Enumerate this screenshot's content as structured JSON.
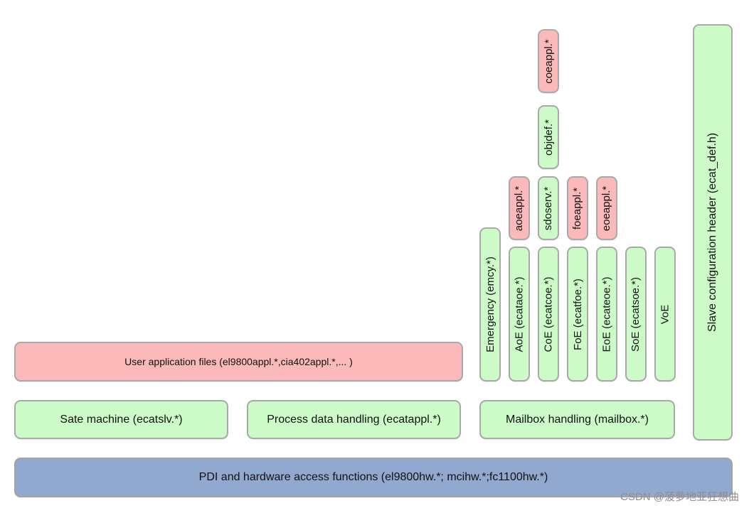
{
  "bottom": {
    "pdi": "PDI and hardware access functions (el9800hw.*; mcihw.*;fc1100hw.*)"
  },
  "row2": {
    "state_machine": "Sate machine (ecatslv.*)",
    "process_data": "Process data handling (ecatappl.*)",
    "mailbox": "Mailbox handling (mailbox.*)"
  },
  "user_app": "User application files (el9800appl.*,cia402appl.*,... )",
  "protocols": {
    "emergency": "Emergency (emcy.*)",
    "aoe": "AoE (ecataoe.*)",
    "coe": "CoE (ecatcoe.*)",
    "foe": "FoE (ecatfoe.*)",
    "eoe": "EoE (ecateoe.*)",
    "soe": "SoE (ecatsoe.*)",
    "voe": "VoE"
  },
  "upper": {
    "aoeappl": "aoeappl.*",
    "sdoserv": "sdoserv.*",
    "foeappl": "foeappl.*",
    "eoeappl": "eoeappl.*",
    "objdef": "objdef.*",
    "coeappl": "coeappl.*"
  },
  "slave_header": "Slave configuration header (ecat_def.h)",
  "watermark": "CSDN @菠萝地亚狂想曲",
  "colors": {
    "green": "#ccfbc8",
    "pink": "#fbb9b9",
    "blue": "#91a9cf",
    "border": "#a9a9a9"
  }
}
